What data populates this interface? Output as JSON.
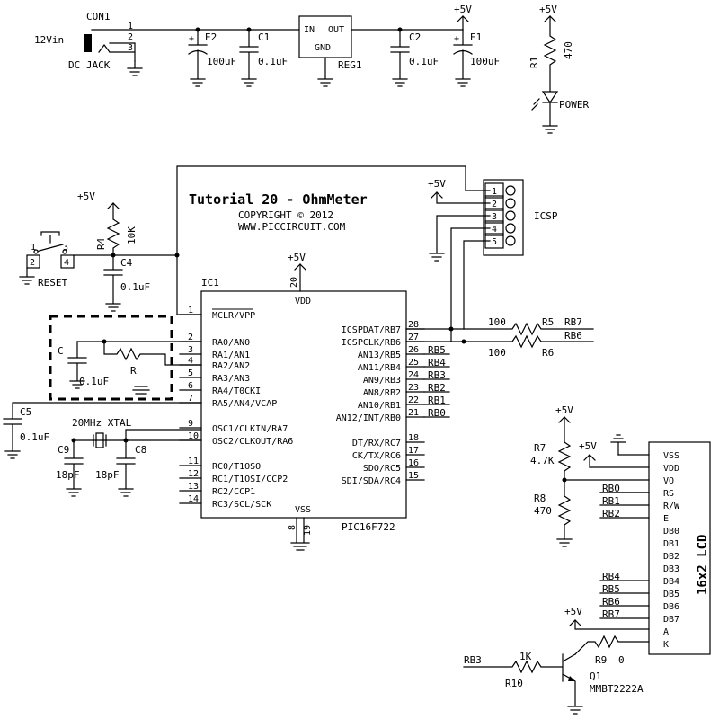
{
  "title": "Tutorial 20 - OhmMeter",
  "copyright": "COPYRIGHT © 2012",
  "website": "WWW.PICCIRCUIT.COM",
  "power": {
    "con1": "CON1",
    "vin": "12Vin",
    "jack": "DC JACK",
    "jack_pins": [
      "1",
      "2",
      "3"
    ],
    "e2": "E2",
    "e2_val": "100uF",
    "c1": "C1",
    "c1_val": "0.1uF",
    "reg": "REG1",
    "reg_in": "IN",
    "reg_out": "OUT",
    "reg_gnd": "GND",
    "c2": "C2",
    "c2_val": "0.1uF",
    "e1": "E1",
    "e1_val": "100uF",
    "vcc": "+5V",
    "r1": "R1",
    "r1_val": "470",
    "led": "POWER"
  },
  "reset": {
    "vcc": "+5V",
    "r4": "R4",
    "r4_val": "10K",
    "c4": "C4",
    "c4_val": "0.1uF",
    "switch": "RESET",
    "pins": [
      "1",
      "2",
      "3",
      "4"
    ]
  },
  "icsp": {
    "label": "ICSP",
    "vcc": "+5V",
    "pins": [
      "1",
      "2",
      "3",
      "4",
      "5"
    ]
  },
  "mcu": {
    "ref": "IC1",
    "part": "PIC16F722",
    "vdd": "VDD",
    "vdd_pin": "20",
    "vss": "VSS",
    "vss_pins": [
      "8",
      "19"
    ],
    "vcc": "+5V",
    "left_pins": [
      {
        "num": "1",
        "name": "MCLR/VPP"
      },
      {
        "num": "2",
        "name": "RA0/AN0"
      },
      {
        "num": "3",
        "name": "RA1/AN1"
      },
      {
        "num": "4",
        "name": "RA2/AN2"
      },
      {
        "num": "5",
        "name": "RA3/AN3"
      },
      {
        "num": "6",
        "name": "RA4/T0CKI"
      },
      {
        "num": "7",
        "name": "RA5/AN4/VCAP"
      },
      {
        "num": "9",
        "name": "OSC1/CLKIN/RA7"
      },
      {
        "num": "10",
        "name": "OSC2/CLKOUT/RA6"
      },
      {
        "num": "11",
        "name": "RC0/T1OSO"
      },
      {
        "num": "12",
        "name": "RC1/T1OSI/CCP2"
      },
      {
        "num": "13",
        "name": "RC2/CCP1"
      },
      {
        "num": "14",
        "name": "RC3/SCL/SCK"
      }
    ],
    "right_pins": [
      {
        "num": "28",
        "name": "ICSPDAT/RB7",
        "net": ""
      },
      {
        "num": "27",
        "name": "ICSPCLK/RB6",
        "net": ""
      },
      {
        "num": "26",
        "name": "AN13/RB5",
        "net": "RB5"
      },
      {
        "num": "25",
        "name": "AN11/RB4",
        "net": "RB4"
      },
      {
        "num": "24",
        "name": "AN9/RB3",
        "net": "RB3"
      },
      {
        "num": "23",
        "name": "AN8/RB2",
        "net": "RB2"
      },
      {
        "num": "22",
        "name": "AN10/RB1",
        "net": "RB1"
      },
      {
        "num": "21",
        "name": "AN12/INT/RB0",
        "net": "RB0"
      },
      {
        "num": "18",
        "name": "DT/RX/RC7",
        "net": ""
      },
      {
        "num": "17",
        "name": "CK/TX/RC6",
        "net": ""
      },
      {
        "num": "16",
        "name": "SDO/RC5",
        "net": ""
      },
      {
        "num": "15",
        "name": "SDI/SDA/RC4",
        "net": ""
      }
    ]
  },
  "sensor": {
    "c": "C",
    "c_val": "0.1uF",
    "r": "R",
    "c5": "C5",
    "c5_val": "0.1uF"
  },
  "osc": {
    "xtal": "20MHz XTAL",
    "c9": "C9",
    "c9_val": "18pF",
    "c8": "C8",
    "c8_val": "18pF"
  },
  "rb_res": {
    "r5": "R5",
    "r5_val": "100",
    "r5_net": "RB7",
    "r6": "R6",
    "r6_val": "100",
    "r6_net": "RB6"
  },
  "lcd": {
    "label": "16x2 LCD",
    "vcc": "+5V",
    "r7": "R7",
    "r7_val": "4.7K",
    "r8": "R8",
    "r8_val": "470",
    "pins": [
      "VSS",
      "VDD",
      "VO",
      "RS",
      "R/W",
      "E",
      "DB0",
      "DB1",
      "DB2",
      "DB3",
      "DB4",
      "DB5",
      "DB6",
      "DB7",
      "A",
      "K"
    ],
    "nets": {
      "RS": "RB0",
      "R/W": "RB1",
      "E": "RB2",
      "DB4": "RB4",
      "DB5": "RB5",
      "DB6": "RB6",
      "DB7": "RB7"
    }
  },
  "backlight": {
    "vcc": "+5V",
    "r9": "R9",
    "r9_val": "0",
    "r10": "R10",
    "r10_val": "1K",
    "r10_net": "RB3",
    "q1": "Q1",
    "q1_part": "MMBT2222A"
  }
}
